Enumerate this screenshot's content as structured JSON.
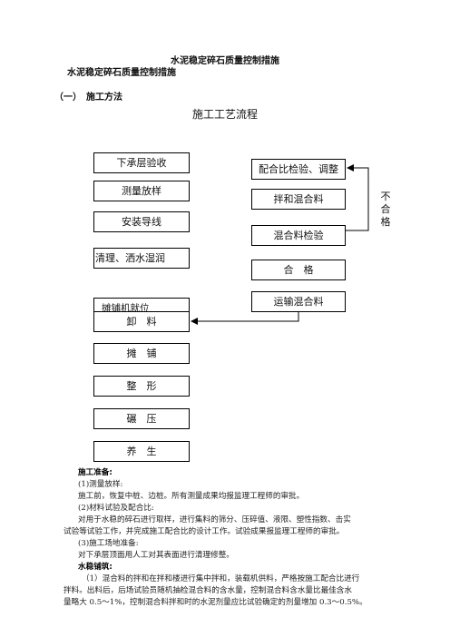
{
  "doc": {
    "title": "水泥稳定碎石质量控制措施",
    "subtitle": "水泥稳定碎石质量控制措施",
    "section": "（一）　施工方法",
    "flow_title": "施工工艺流程"
  },
  "flow": {
    "left": [
      "下承层验收",
      "测量放样",
      "安装导线",
      "清理、洒水湿润",
      "摊铺机就位",
      "卸　料",
      "摊　铺",
      "整　形",
      "碾　压",
      "养　生"
    ],
    "right": [
      "配合比检验、调整",
      "拌和混合料",
      "混合料检验",
      "合　格",
      "运输混合料"
    ],
    "reject_label": "不合格"
  },
  "text": {
    "prep_heading": "施工准备:",
    "p1": "(1)测量放样:",
    "p2": "施工前，恢复中桩、边桩。所有测量成果均报监理工程师的审批。",
    "p3": "(2)材料试验及配合比:",
    "p4a": "对用于水稳的碎石进行取样，进行集料的筛分、压碎值、液限、塑性指数、击实",
    "p4b": "试验等试验工作，并完成施工配合比的设计工作。试验成果报监理工程师的审批。",
    "p5": "(3)施工场地准备:",
    "p6": "对下承层顶面用人工对其表面进行清理修整。",
    "pave_heading": "水稳铺筑:",
    "p7a": "（1）混合料的拌和在拌和楼进行集中拌和，装载机供料，严格按施工配合比进行",
    "p7b": "拌料。出料后，后场试验员随机抽检混合料的含水量，控制混合料含水量比最佳含水",
    "p7c": "量略大 0.5～1%，控制混合料拌和时的水泥剂量应比试验确定的剂量增加 0.3～0.5%。"
  }
}
